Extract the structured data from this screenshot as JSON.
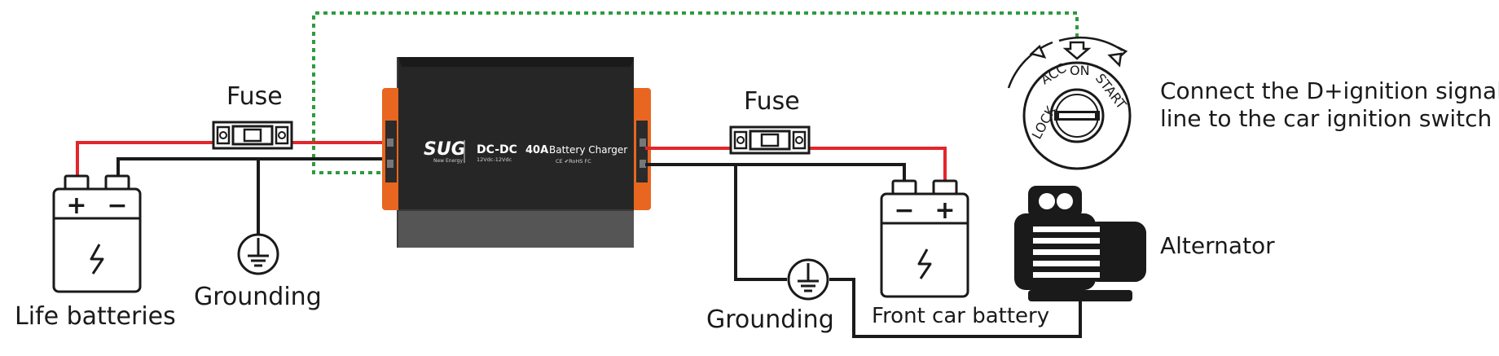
{
  "labels": {
    "fuse_left": "Fuse",
    "fuse_right": "Fuse",
    "life_batteries": "Life batteries",
    "grounding_left": "Grounding",
    "grounding_right": "Grounding",
    "front_car_battery": "Front car battery",
    "alternator": "Alternator",
    "ignition_note_line1": "Connect the D+ignition signal",
    "ignition_note_line2": "line to the car ignition switch"
  },
  "charger": {
    "logo": "SUG",
    "logo_sub": "New Energy",
    "model": "DC-DC",
    "voltage": "12Vdc-12Vdc",
    "rating": "40A",
    "product": "Battery Charger",
    "certs": "CE ✔RoHS FC"
  },
  "ignition_switch": {
    "positions": [
      "LOCK",
      "ACC",
      "ON",
      "START"
    ]
  },
  "battery_terminals": {
    "positive": "+",
    "negative": "−"
  },
  "colors": {
    "positive_wire": "#e2262b",
    "negative_wire": "#1a1a1a",
    "signal_wire": "#2e9b3e",
    "charger_body": "#262626",
    "charger_accent": "#e8661f"
  },
  "icons": [
    "fuse-icon",
    "ground-icon",
    "battery-icon",
    "lightning-icon",
    "alternator-icon",
    "ignition-switch-icon"
  ]
}
